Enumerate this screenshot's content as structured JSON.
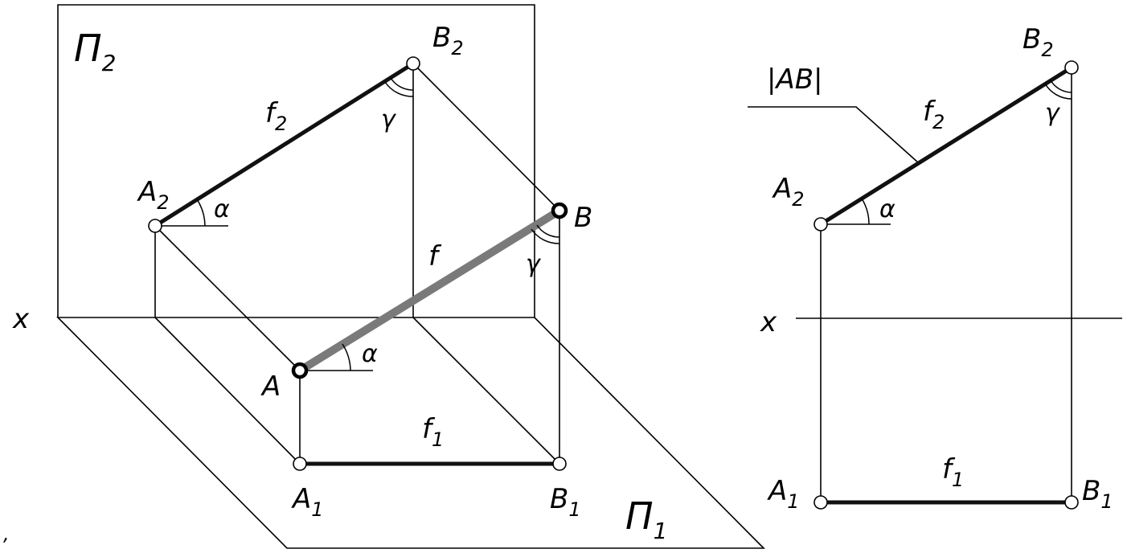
{
  "planes": {
    "frontal": {
      "letter": "Π",
      "sub": "2"
    },
    "horizontal": {
      "letter": "Π",
      "sub": "1"
    }
  },
  "axis_label": "x",
  "stray_mark": ",",
  "spatial": {
    "A": "A",
    "B": "B",
    "f": "f",
    "A2": {
      "base": "A",
      "sub": "2"
    },
    "B2": {
      "base": "B",
      "sub": "2"
    },
    "A1": {
      "base": "A",
      "sub": "1"
    },
    "B1": {
      "base": "B",
      "sub": "1"
    },
    "f2": {
      "base": "f",
      "sub": "2"
    },
    "f1": {
      "base": "f",
      "sub": "1"
    },
    "alpha_front": "α",
    "alpha_space": "α",
    "gamma_front": "γ",
    "gamma_space": "γ"
  },
  "epure": {
    "AB_true_length": "|AB|",
    "A2": {
      "base": "A",
      "sub": "2"
    },
    "B2": {
      "base": "B",
      "sub": "2"
    },
    "A1": {
      "base": "A",
      "sub": "1"
    },
    "B1": {
      "base": "B",
      "sub": "1"
    },
    "f2": {
      "base": "f",
      "sub": "2"
    },
    "f1": {
      "base": "f",
      "sub": "1"
    },
    "alpha": "α",
    "gamma": "γ",
    "axis_label": "x"
  }
}
